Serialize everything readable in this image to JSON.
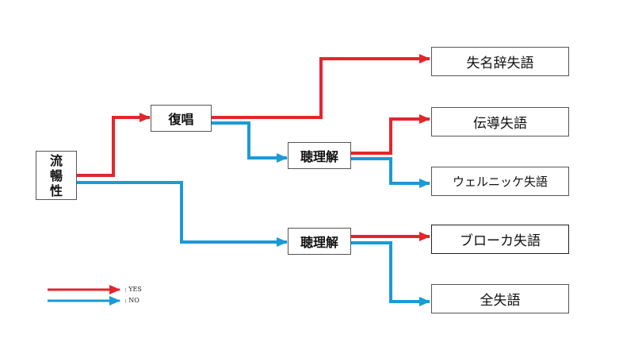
{
  "nodes": {
    "fluency": [
      "流",
      "暢",
      "性"
    ],
    "repetition": "復唱",
    "comprehension_top": "聴理解",
    "comprehension_bottom": "聴理解",
    "anomic": "失名辞失語",
    "conduction": "伝導失語",
    "wernicke": "ウェルニッケ失語",
    "broca": "ブローカ失語",
    "global": "全失語"
  },
  "legend": {
    "yes_label": ": YES",
    "no_label": ": NO"
  },
  "colors": {
    "yes": "#e3262d",
    "no": "#1b9ad6"
  }
}
